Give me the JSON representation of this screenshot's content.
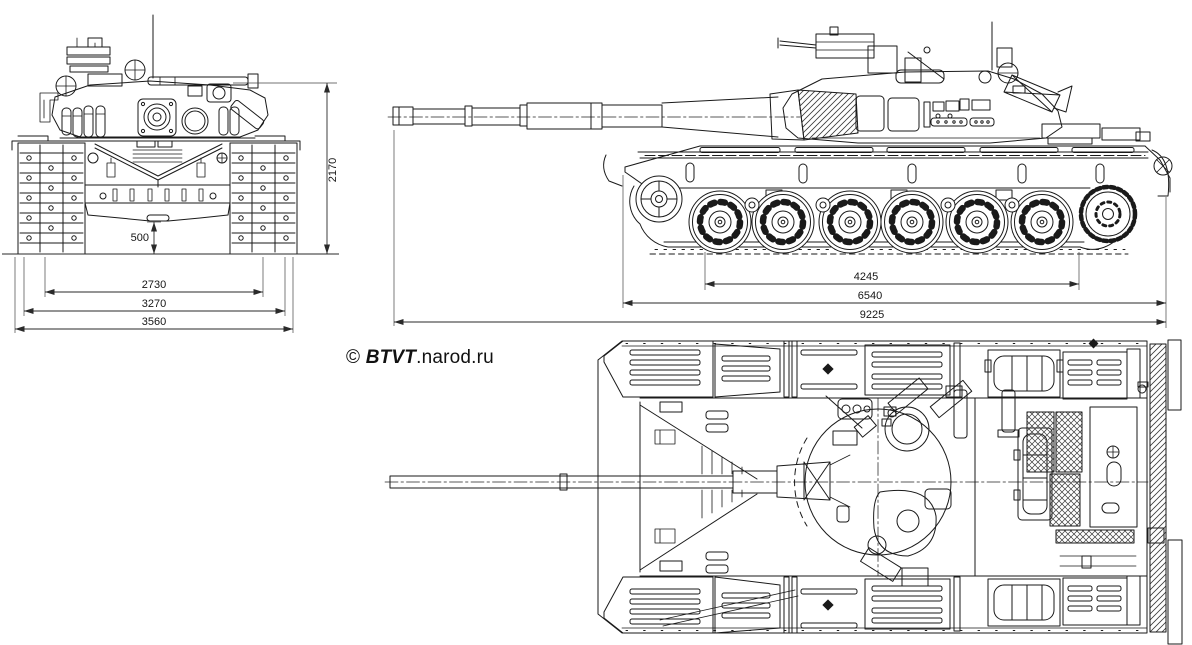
{
  "page": {
    "background": "#ffffff",
    "line_color": "#1a1a1a"
  },
  "watermark": {
    "copyright": "© ",
    "brand": "BTVT",
    "suffix": ".narod.ru"
  },
  "dimensions": {
    "front_view": {
      "overall_height_mm": "2170",
      "ground_clearance_mm": "500",
      "track_centers_mm": "2730",
      "over_tracks_width_mm": "3270",
      "overall_width_mm": "3560"
    },
    "side_view": {
      "ground_contact_length_mm": "4245",
      "hull_length_mm": "6540",
      "overall_length_mm": "9225"
    }
  }
}
